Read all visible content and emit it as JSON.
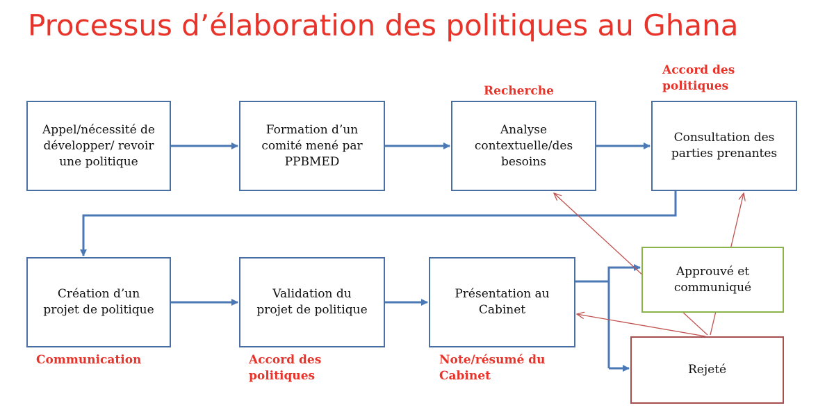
{
  "title": "Processus d’élaboration des politiques au Ghana",
  "boxes": {
    "appel": "Appel/nécessité de\ndévelopper/ revoir\nune politique",
    "formation": "Formation d’un\ncomité mené par\nPPBMED",
    "analyse": "Analyse\ncontextuelle/des\nbesoins",
    "consultation": "Consultation des\nparties prenantes",
    "creation": "Création d’un\nprojet de politique",
    "validation": "Validation du\nprojet de politique",
    "presentation": "Présentation au\nCabinet",
    "approuve": "Approuvé et\ncommuniqué",
    "rejete": "Rejeté"
  },
  "labels": {
    "recherche": "Recherche",
    "accord_top": "Accord des\npolitiques",
    "communication": "Communication",
    "accord_bottom": "Accord des\npolitiques",
    "note": "Note/résumé du\nCabinet"
  },
  "colors": {
    "title": "#e8332a",
    "box_border": "#4a6fa5",
    "approved_border": "#8ab34a",
    "rejected_border": "#a64d4d",
    "flow_arrow": "#4a78b5",
    "feedback_arrow": "#c0504d"
  }
}
